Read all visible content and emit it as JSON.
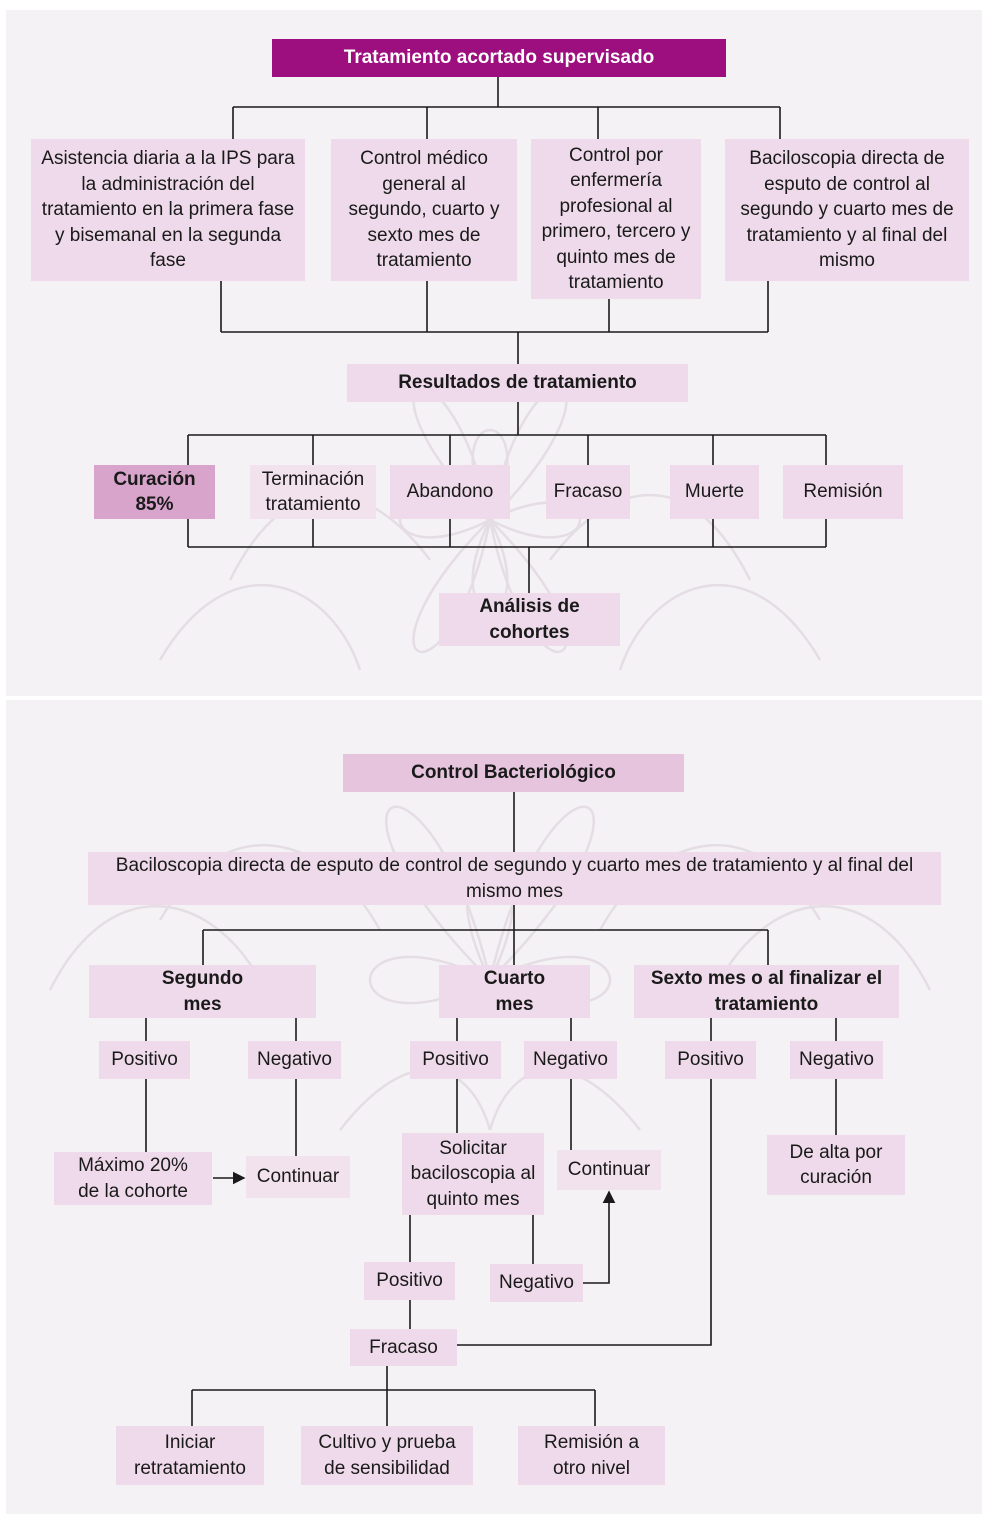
{
  "colors": {
    "title_bg": "#9d0f7e",
    "box_bg": "#eedaea",
    "header_bg": "#e6c4de",
    "highlight_bg": "#d9a4cc",
    "line": "#1a1a1a",
    "panel_bg": "#f4f2f5"
  },
  "top": {
    "title": "Tratamiento acortado supervisado",
    "activities": [
      "Asistencia diaria a la IPS para la administración del tratamiento en la primera fase y bisemanal en la segunda fase",
      "Control médico general al segundo, cuarto y sexto mes de tratamiento",
      "Control por enfermería profesional al primero, tercero y quinto mes de tratamiento",
      "Baciloscopia directa de esputo de control al segundo y cuarto mes de tratamiento y al final del mismo"
    ],
    "results_title": "Resultados de tratamiento",
    "results": {
      "cure": "Curación 85%",
      "completion": "Terminación tratamiento",
      "abandon": "Abandono",
      "failure": "Fracaso",
      "death": "Muerte",
      "referral": "Remisión"
    },
    "cohort": "Análisis de cohortes"
  },
  "bottom": {
    "title": "Control Bacteriológico",
    "exam": "Baciloscopia directa de esputo de control de segundo y cuarto mes de tratamiento y al final del mismo mes",
    "months": {
      "second": "Segundo mes",
      "fourth": "Cuarto mes",
      "sixth": "Sexto mes o al finalizar el tratamiento"
    },
    "positive": "Positivo",
    "negative": "Negativo",
    "max20": "Máximo 20% de la cohorte",
    "continue": "Continuar",
    "request_fifth": "Solicitar baciloscopia al quinto mes",
    "discharge": "De alta por curación",
    "failure": "Fracaso",
    "actions": {
      "retreat": "Iniciar retratamiento",
      "culture": "Cultivo y prueba de sensibilidad",
      "refer": "Remisión a otro nivel"
    }
  }
}
